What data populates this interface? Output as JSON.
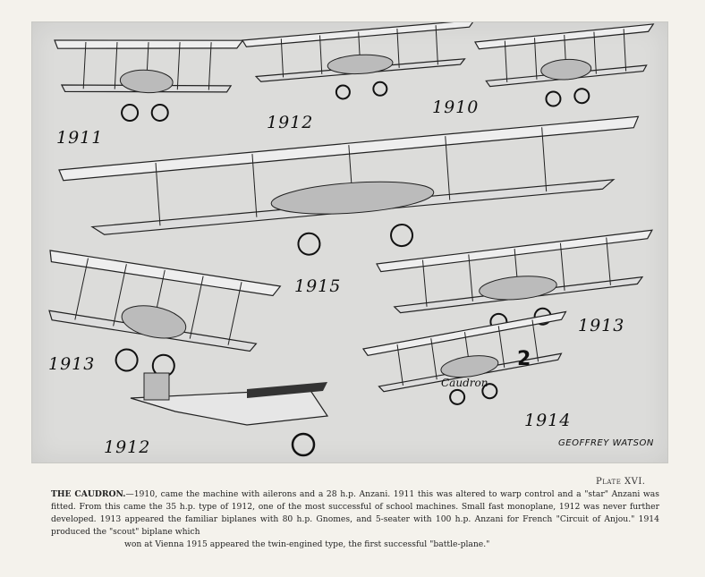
{
  "plate": {
    "year_labels": [
      "1911",
      "1912",
      "1910",
      "1915",
      "1913",
      "1913",
      "1912",
      "1914"
    ],
    "aircraft_markings": {
      "name": "Caudron",
      "number": "2"
    },
    "artist_signature": "GEOFFREY WATSON"
  },
  "plate_number": "Plate XVI.",
  "caption": {
    "heading": "THE CAUDRON.",
    "body": "—1910, came the machine with ailerons and a 28 h.p. Anzani.   1911 this was altered to warp control and a \"star\" Anzani was fitted.   From this came the 35 h.p. type of 1912, one of the most successful of school machines.  Small fast monoplane, 1912 was never further developed.   1913 appeared the familiar biplanes with 80 h.p. Gnomes, and 5-seater with 100 h.p. Anzani for French \"Circuit of Anjou.\"   1914 produced the \"scout\" biplane which",
    "last_line": "won at Vienna   1915 appeared the twin-engined type, the first successful \"battle-plane.\""
  }
}
